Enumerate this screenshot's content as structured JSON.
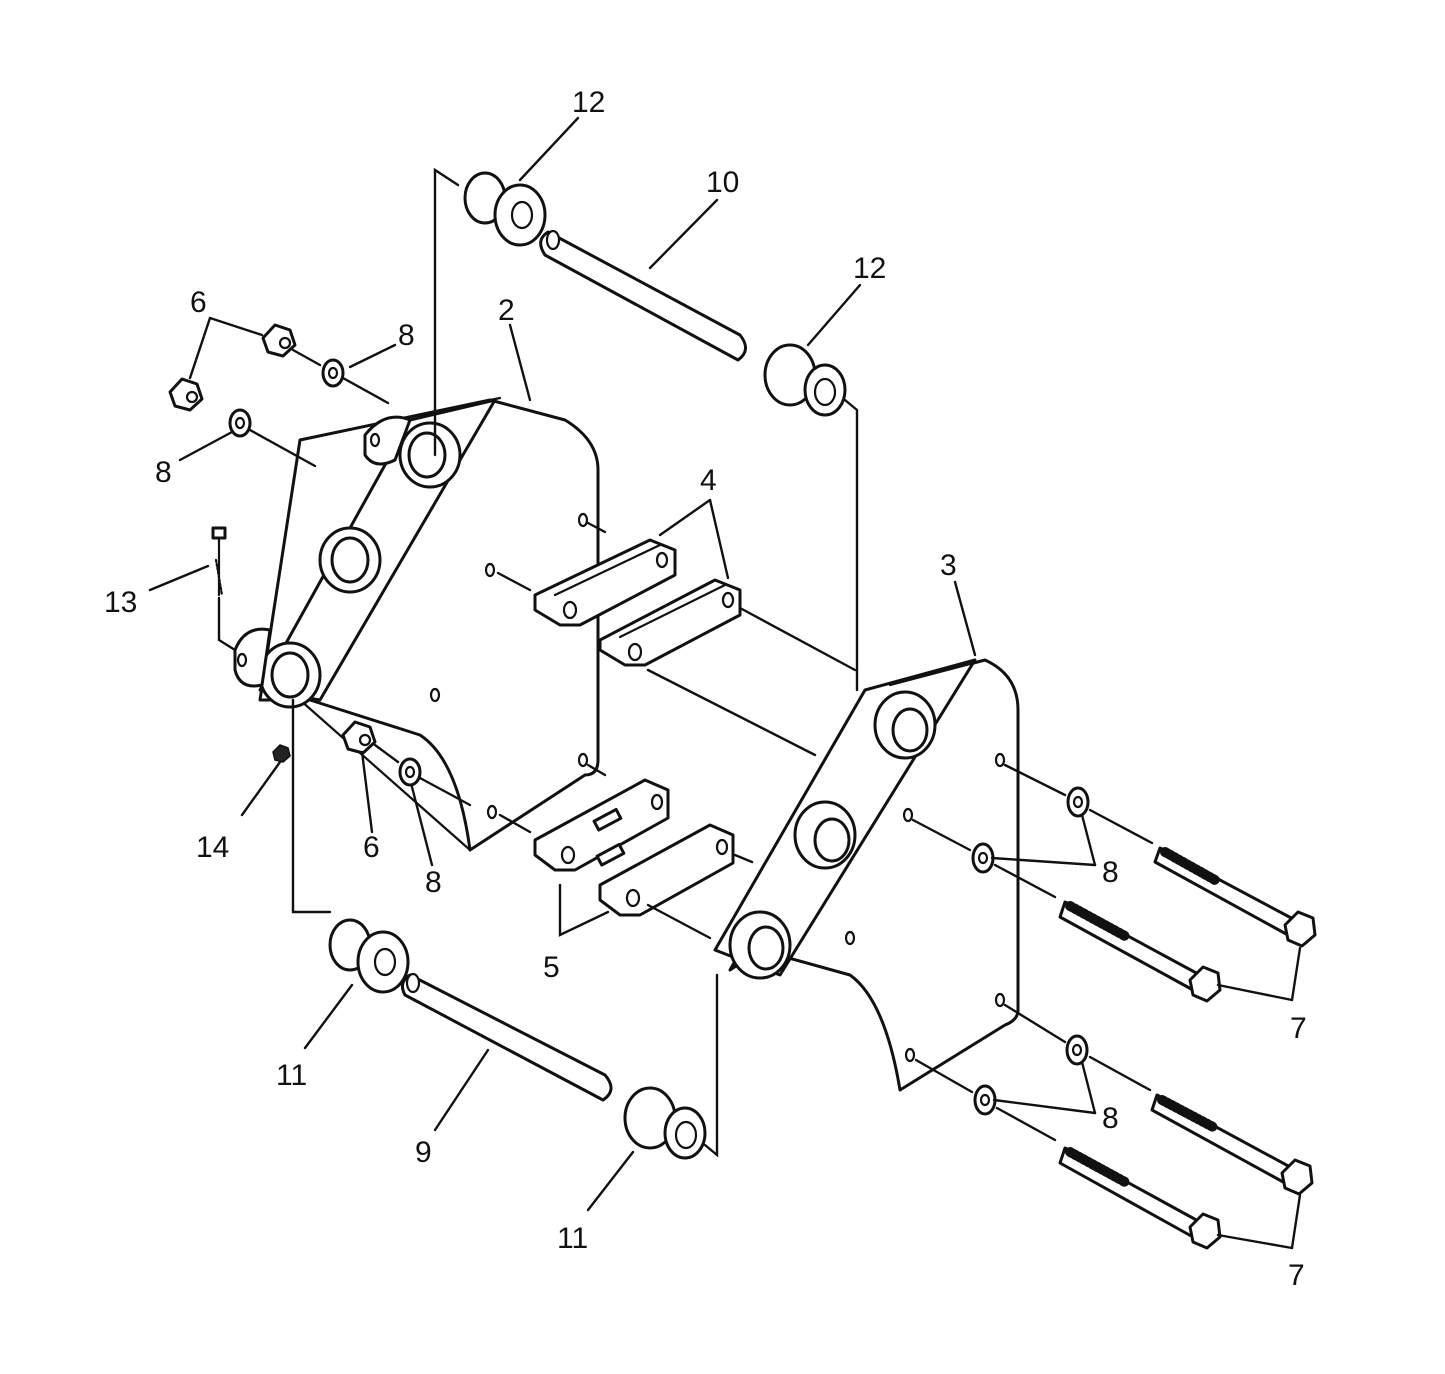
{
  "callouts": {
    "c12a": "12",
    "c10": "10",
    "c12b": "12",
    "c6a": "6",
    "c8a": "8",
    "c2": "2",
    "c8b": "8",
    "c4": "4",
    "c3": "3",
    "c13": "13",
    "c14": "14",
    "c6b": "6",
    "c8c": "8",
    "c8d": "8",
    "c5": "5",
    "c7a": "7",
    "c11a": "11",
    "c9": "9",
    "c8e": "8",
    "c11b": "11",
    "c7b": "7"
  },
  "colors": {
    "line": "#111111",
    "background": "#ffffff"
  }
}
